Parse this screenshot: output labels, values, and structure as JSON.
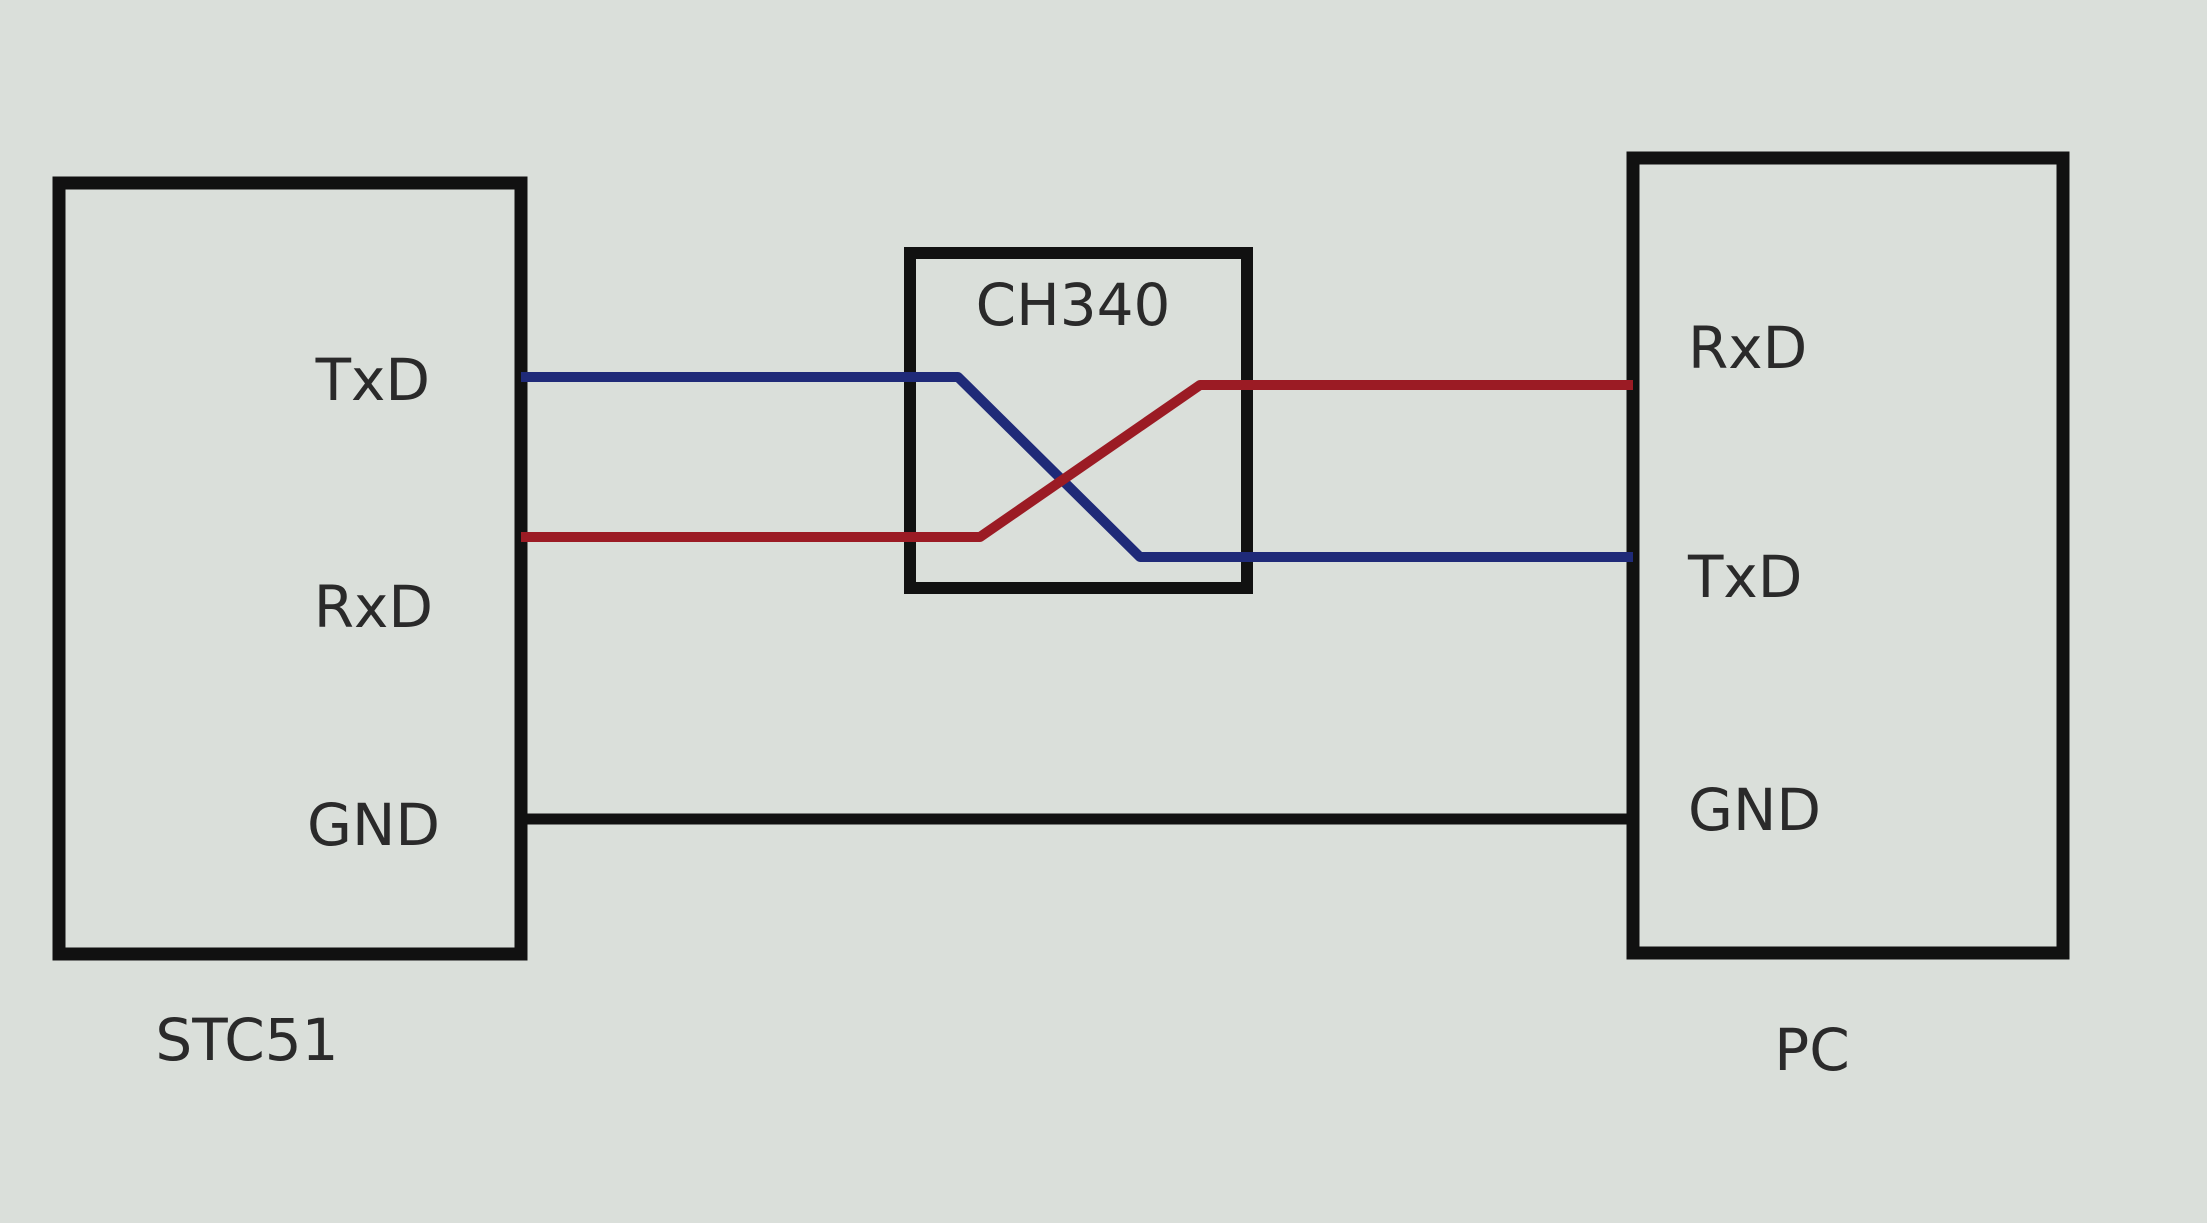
{
  "colors": {
    "background": "#dadfda",
    "box_stroke": "#111111",
    "txd_wire": "#1f2a78",
    "rxd_wire": "#9b1b24",
    "gnd_wire": "#111111",
    "label_text": "#2a2a2a"
  },
  "stc51": {
    "name": "STC51",
    "pins": {
      "txd": "TxD",
      "rxd": "RxD",
      "gnd": "GND"
    }
  },
  "ch340": {
    "name": "CH340"
  },
  "pc": {
    "name": "PC",
    "pins": {
      "rxd": "RxD",
      "txd": "TxD",
      "gnd": "GND"
    }
  }
}
